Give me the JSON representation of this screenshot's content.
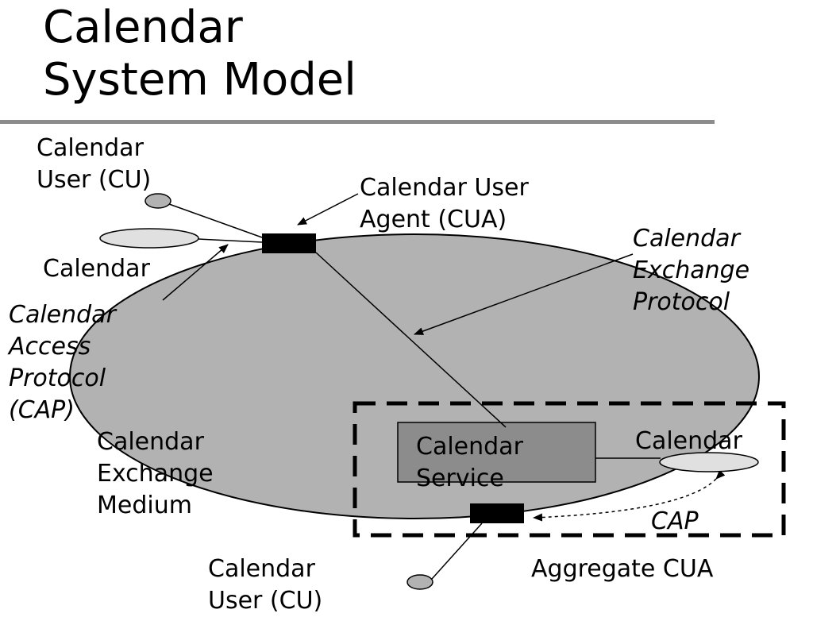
{
  "title": {
    "line1": "Calendar",
    "line2": "System Model"
  },
  "labels": {
    "cu_top": [
      "Calendar",
      "User (CU)"
    ],
    "calendar_left": "Calendar",
    "cua": [
      "Calendar User",
      "Agent (CUA)"
    ],
    "exchange_protocol": [
      "Calendar",
      "Exchange",
      "Protocol"
    ],
    "cap_left": [
      "Calendar",
      "Access",
      "Protocol",
      "(CAP)"
    ],
    "exchange_medium": [
      "Calendar",
      "Exchange",
      "Medium"
    ],
    "calendar_service": [
      "Calendar",
      "Service"
    ],
    "calendar_right": "Calendar",
    "cap_right": "CAP",
    "aggregate_cua": "Aggregate CUA",
    "cu_bottom": [
      "Calendar",
      "User (CU)"
    ]
  },
  "colors": {
    "medium_fill": "#b2b2b2",
    "service_fill": "#8c8c8c",
    "calendar_fill": "#e0e0e0",
    "cu_fill": "#b2b2b2",
    "cua_fill": "#000000",
    "rule": "#8c8c8c"
  }
}
